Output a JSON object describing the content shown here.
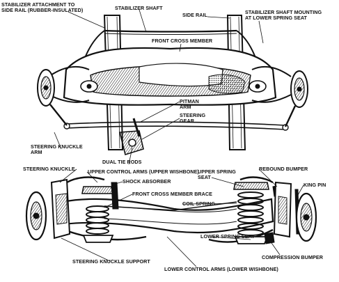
{
  "labels": {
    "stab_attach": "STABILIZER ATTACHMENT TO\nSIDE RAIL (RUBBER-INSULATED)",
    "stab_shaft": "STABILIZER SHAFT",
    "side_rail": "SIDE RAIL",
    "stab_mounting": "STABILIZER SHAFT MOUNTING\nAT LOWER SPRING SEAT",
    "front_cross": "FRONT CROSS MEMBER",
    "pitman_arm": "PITMAN\nARM",
    "steering_gear": "STEERING\nGEAR",
    "knuckle_arm": "STEERING KNUCKLE\nARM",
    "dual_tie": "DUAL TIE RODS",
    "steering_knuckle": "STEERING KNUCKLE",
    "upper_control": "UPPER CONTROL ARMS (UPPER WISHBONE)",
    "shock": "SHOCK ABSORBER",
    "upper_spring_seat": "UPPER SPRING\nSEAT",
    "rebound": "REBOUND BUMPER",
    "king_pin": "KING PIN",
    "brace": "FRONT CROSS MEMBER BRACE",
    "coil_spring": "COIL SPRING",
    "lower_spring_seat": "LOWER SPRING SEAT",
    "compression": "COMPRESSION BUMPER",
    "knuckle_support": "STEERING KNUCKLE SUPPORT",
    "lower_control": "LOWER CONTROL ARMS (LOWER WISHBONE)"
  },
  "colors": {
    "ink": "#111111",
    "paper": "#ffffff"
  }
}
